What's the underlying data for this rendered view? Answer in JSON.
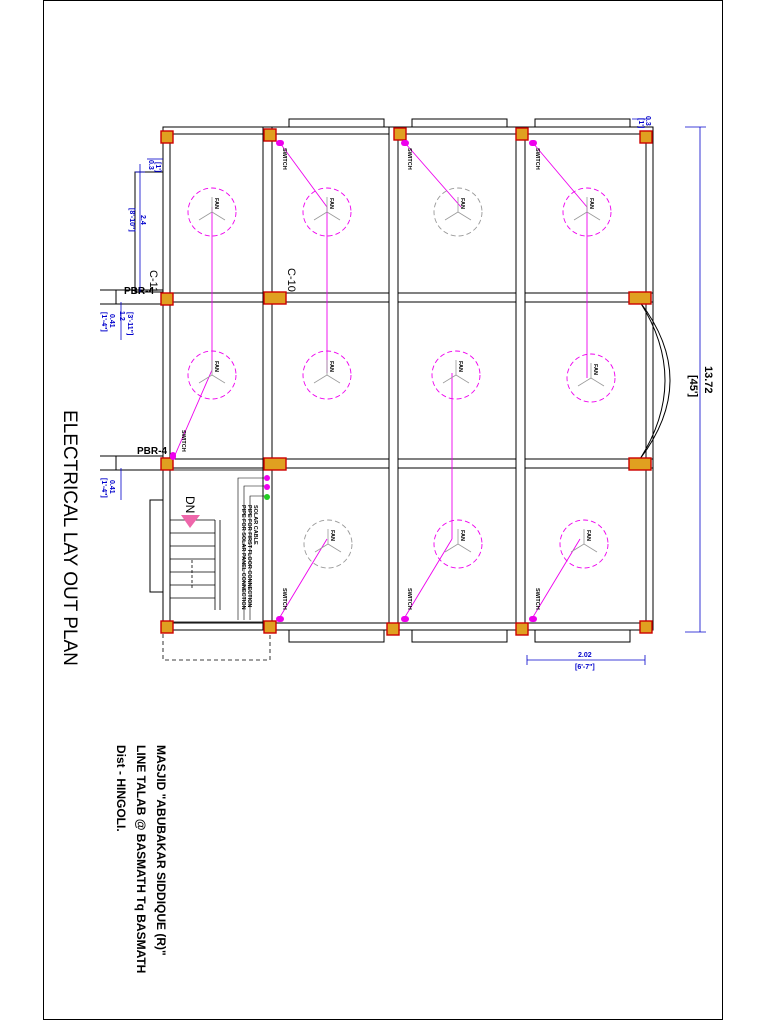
{
  "title": "ELECTRICAL LAY OUT PLAN",
  "project": {
    "line1": "MASJID \"ABUBAKAR SIDDIQUE (R)\"",
    "line2": "LINE TALAB @ BASMATH Tq BASMATH",
    "line3": "Dist - HINGOLI."
  },
  "labels": {
    "fan": "FAN",
    "switch": "SWITCH",
    "stair_dn": "DN",
    "pbr_top": "PBR-4",
    "pbr_bottom": "PBR-4",
    "col_c11": "C-11",
    "col_c10": "C-10"
  },
  "notes": {
    "note1": "SOLAR CABLE",
    "note2": "PIPE FOR FIRST FLOOR CONNECTION",
    "note3": "PIPE FOR SOLAR PANEL CONNECTION"
  },
  "dimensions": {
    "overall_m": "13.72",
    "overall_ft": "[45']",
    "bottom_m": "2.02",
    "bottom_ft": "[6'-7\"]",
    "left_top_m": "0.3",
    "left_top_ft": "[1']",
    "left_win_m": "2.4",
    "left_win_ft": "[8'-10\"]",
    "left_mid_m": "1.2",
    "left_mid_ft": "[3'-11\"]",
    "left_pbr1_m": "0.41",
    "left_pbr1_ft": "[1'-4\"]",
    "left_pbr2_m": "0.41",
    "left_pbr2_ft": "[1'-4\"]",
    "top_right_m": "0.3",
    "top_right_ft": "[1']"
  },
  "colors": {
    "wall": "#000000",
    "column_fill": "#e0a020",
    "column_stroke": "#cc0000",
    "wire": "#ee00ee",
    "fan": "#ee00ee",
    "fan_alt": "#999999",
    "dimension": "#0000cc",
    "switch": "#ee00ee",
    "stair_arrow": "#ee66aa",
    "pipe_green": "#22cc22"
  }
}
